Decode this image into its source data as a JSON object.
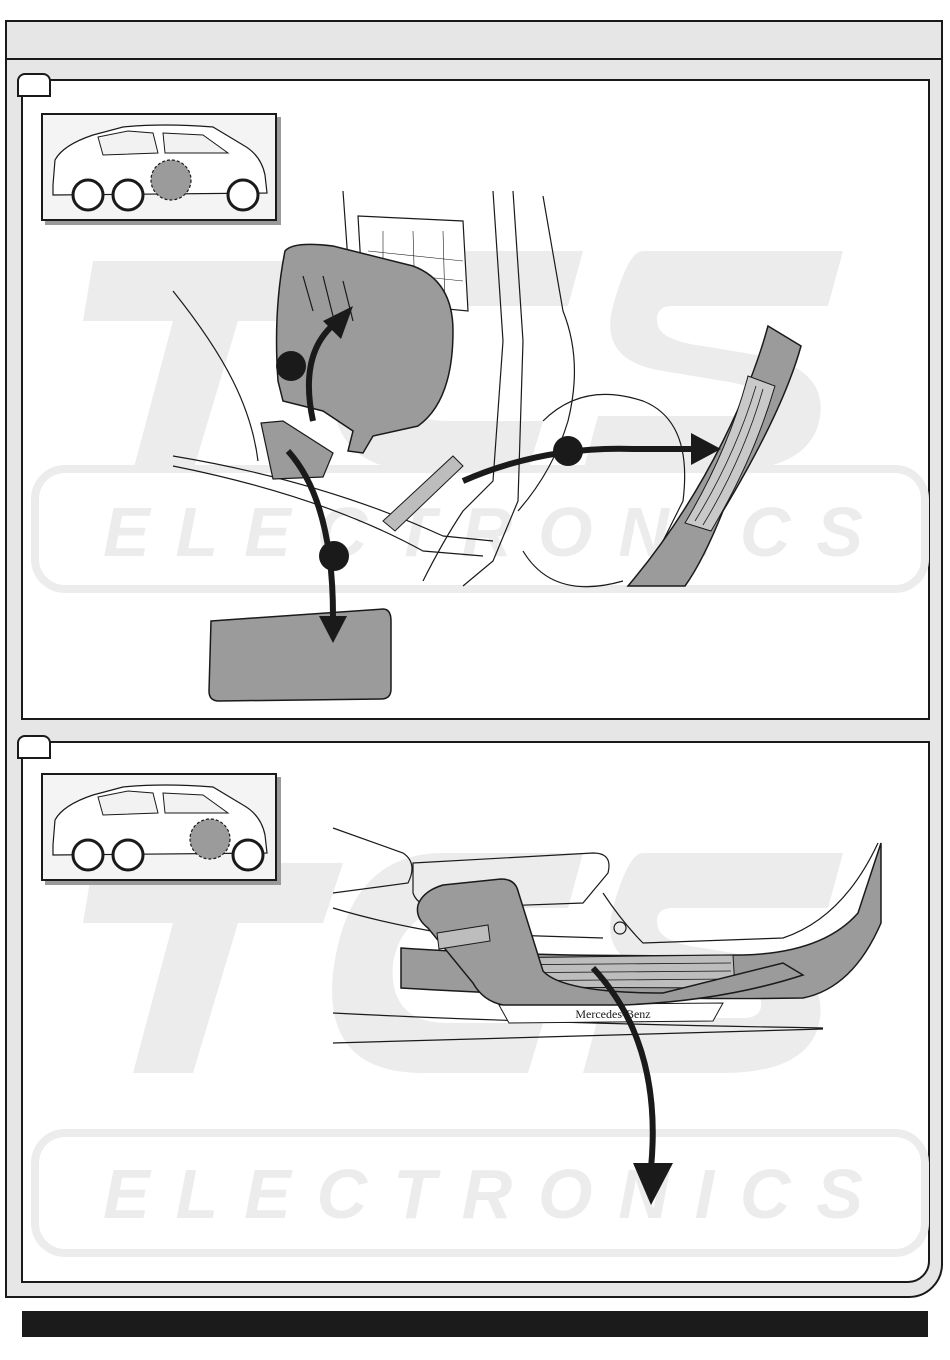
{
  "header": {
    "title": ""
  },
  "watermark": {
    "logo": "TCS",
    "text": "ELECTRONICS"
  },
  "step_1": {
    "number": ""
  },
  "step_2": {
    "number": "",
    "brand_plate": "Mercedes-Benz"
  },
  "footer": {
    "text": ""
  },
  "colors": {
    "line": "#1a1a1a",
    "panel_bg": "#ffffff",
    "frame_bg": "#e6e6e6",
    "part_fill": "#9b9b9b",
    "footer": "#1b1b1b"
  },
  "icons": [
    "car-thumbnail-icon",
    "callout-dot-icon",
    "arrow-icon"
  ]
}
